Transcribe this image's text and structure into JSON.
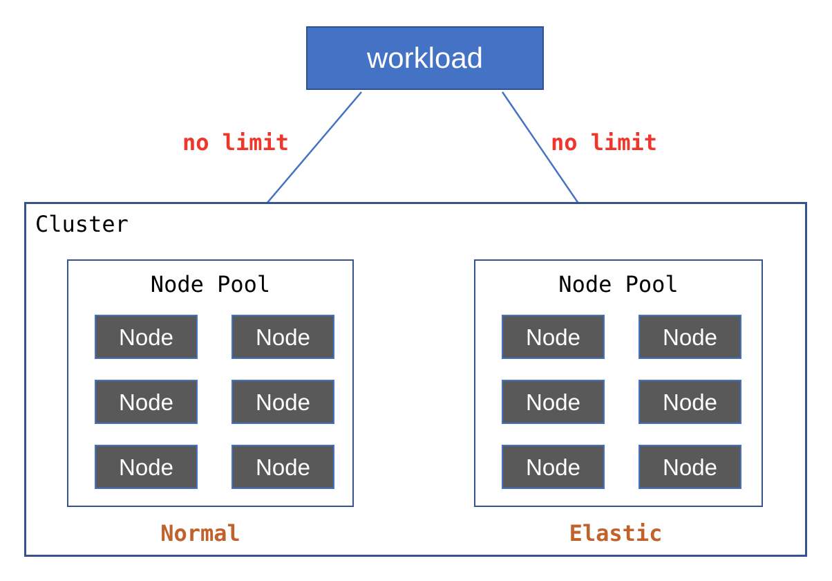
{
  "workload": {
    "label": "workload"
  },
  "edges": {
    "left_label": "no limit",
    "right_label": "no limit"
  },
  "cluster": {
    "label": "Cluster"
  },
  "pools": [
    {
      "title": "Node Pool",
      "caption": "Normal",
      "nodes": [
        "Node",
        "Node",
        "Node",
        "Node",
        "Node",
        "Node"
      ]
    },
    {
      "title": "Node Pool",
      "caption": "Elastic",
      "nodes": [
        "Node",
        "Node",
        "Node",
        "Node",
        "Node",
        "Node"
      ]
    }
  ],
  "colors": {
    "workload_fill": "#4472C4",
    "workload_border": "#2F528F",
    "arrow": "#4472C4",
    "container_border": "#35548F",
    "node_fill": "#595959",
    "node_border": "#4472C4",
    "limit_text": "#F0362A",
    "caption_text": "#C0622C",
    "label_text": "#000000",
    "node_text": "#FFFFFF",
    "workload_text": "#FFFFFF"
  }
}
